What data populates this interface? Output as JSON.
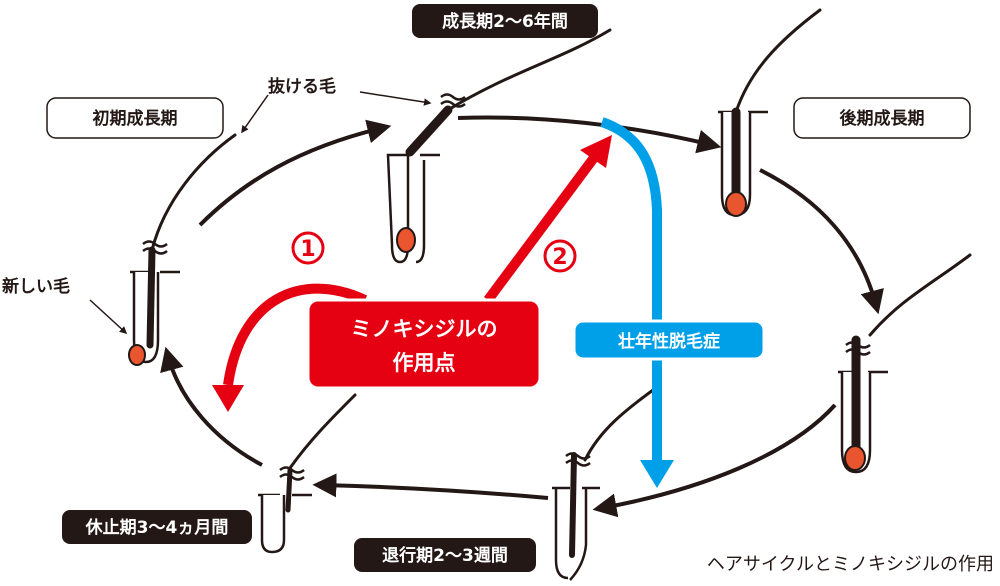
{
  "stages": {
    "anagen": "成長期2～6年間",
    "early_anagen": "初期成長期",
    "late_anagen": "後期成長期",
    "catagen": "退行期2～3週間",
    "telogen": "休止期3～4ヵ月間"
  },
  "hair_labels": {
    "shedding_hair": "抜ける毛",
    "new_hair": "新しい毛"
  },
  "minoxidil_box": {
    "line1": "ミノキシジルの",
    "line2": "作用点"
  },
  "aga_box": "壮年性脱毛症",
  "markers": {
    "one": "1",
    "two": "2"
  },
  "caption": "ヘアサイクルとミノキシジルの作用",
  "colors": {
    "dark_label": "#231815",
    "minoxidil_red": "#e50012",
    "aga_blue": "#00a0e9",
    "bulb": "#e8552f"
  }
}
